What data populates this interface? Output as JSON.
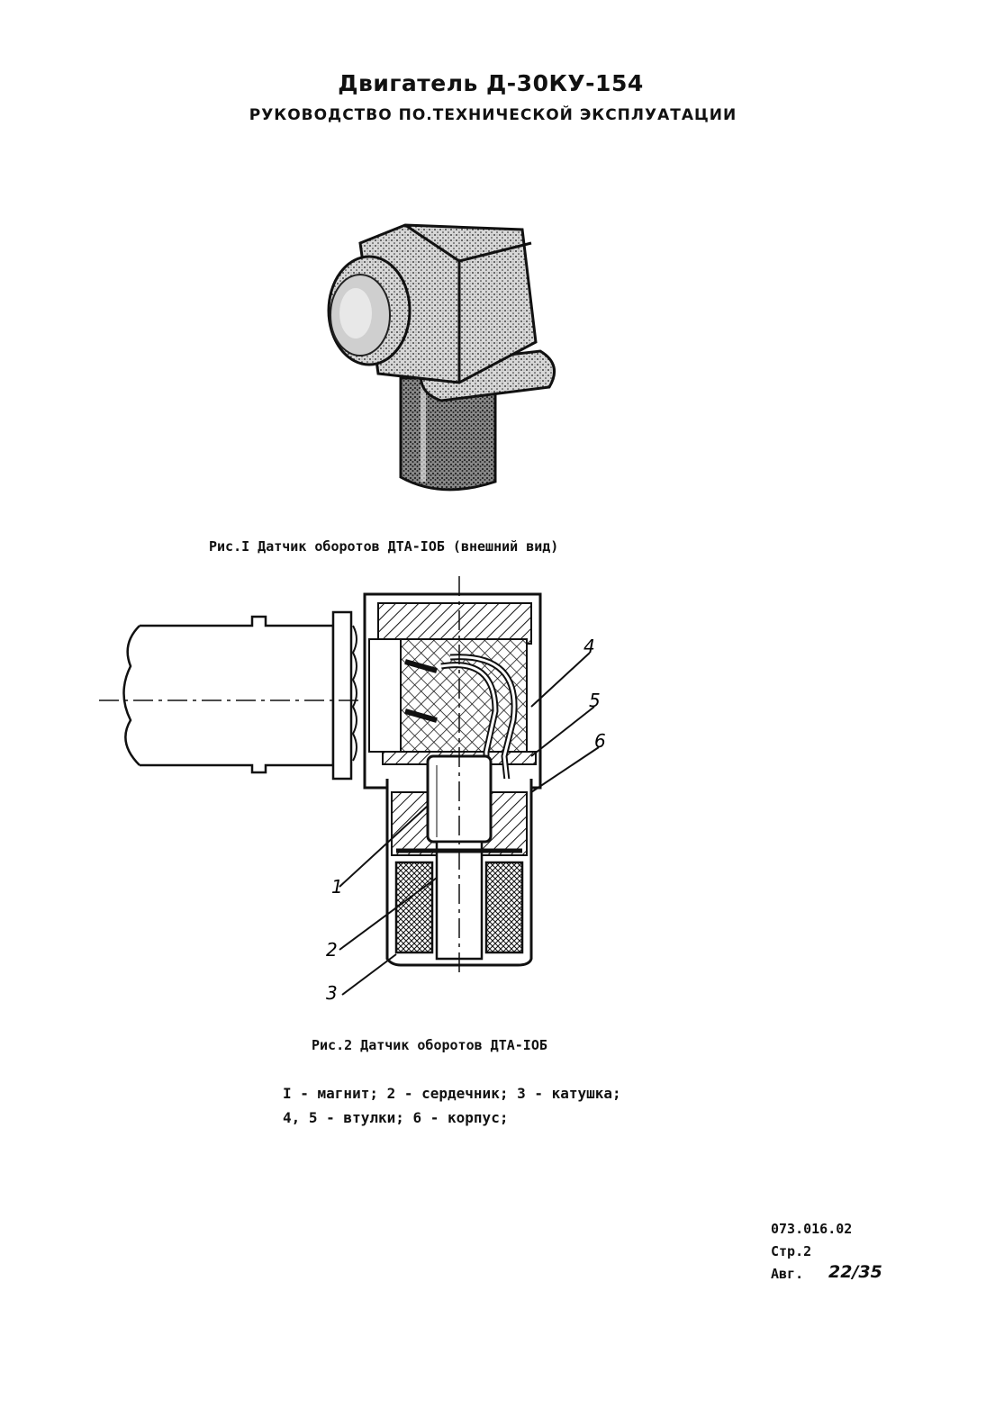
{
  "header": {
    "title": "Двигатель Д-30КУ-154",
    "subtitle": "РУКОВОДСТВО ПО.ТЕХНИЧЕСКОЙ ЭКСПЛУАТАЦИИ"
  },
  "figure1": {
    "caption": "Рис.I Датчик оборотов ДТА-IOБ (внешний вид)"
  },
  "figure2": {
    "caption": "Рис.2  Датчик оборотов ДТА-IOБ",
    "callouts": [
      "1",
      "2",
      "3",
      "4",
      "5",
      "6"
    ]
  },
  "legend": {
    "line1": "I - магнит; 2 - сердечник; 3 - катушка;",
    "line2": "4, 5 - втулки; 6 - корпус;"
  },
  "footer": {
    "code": "073.016.02",
    "page": "Стр.2",
    "date_label": "Авг.",
    "date_value": "22/35"
  }
}
